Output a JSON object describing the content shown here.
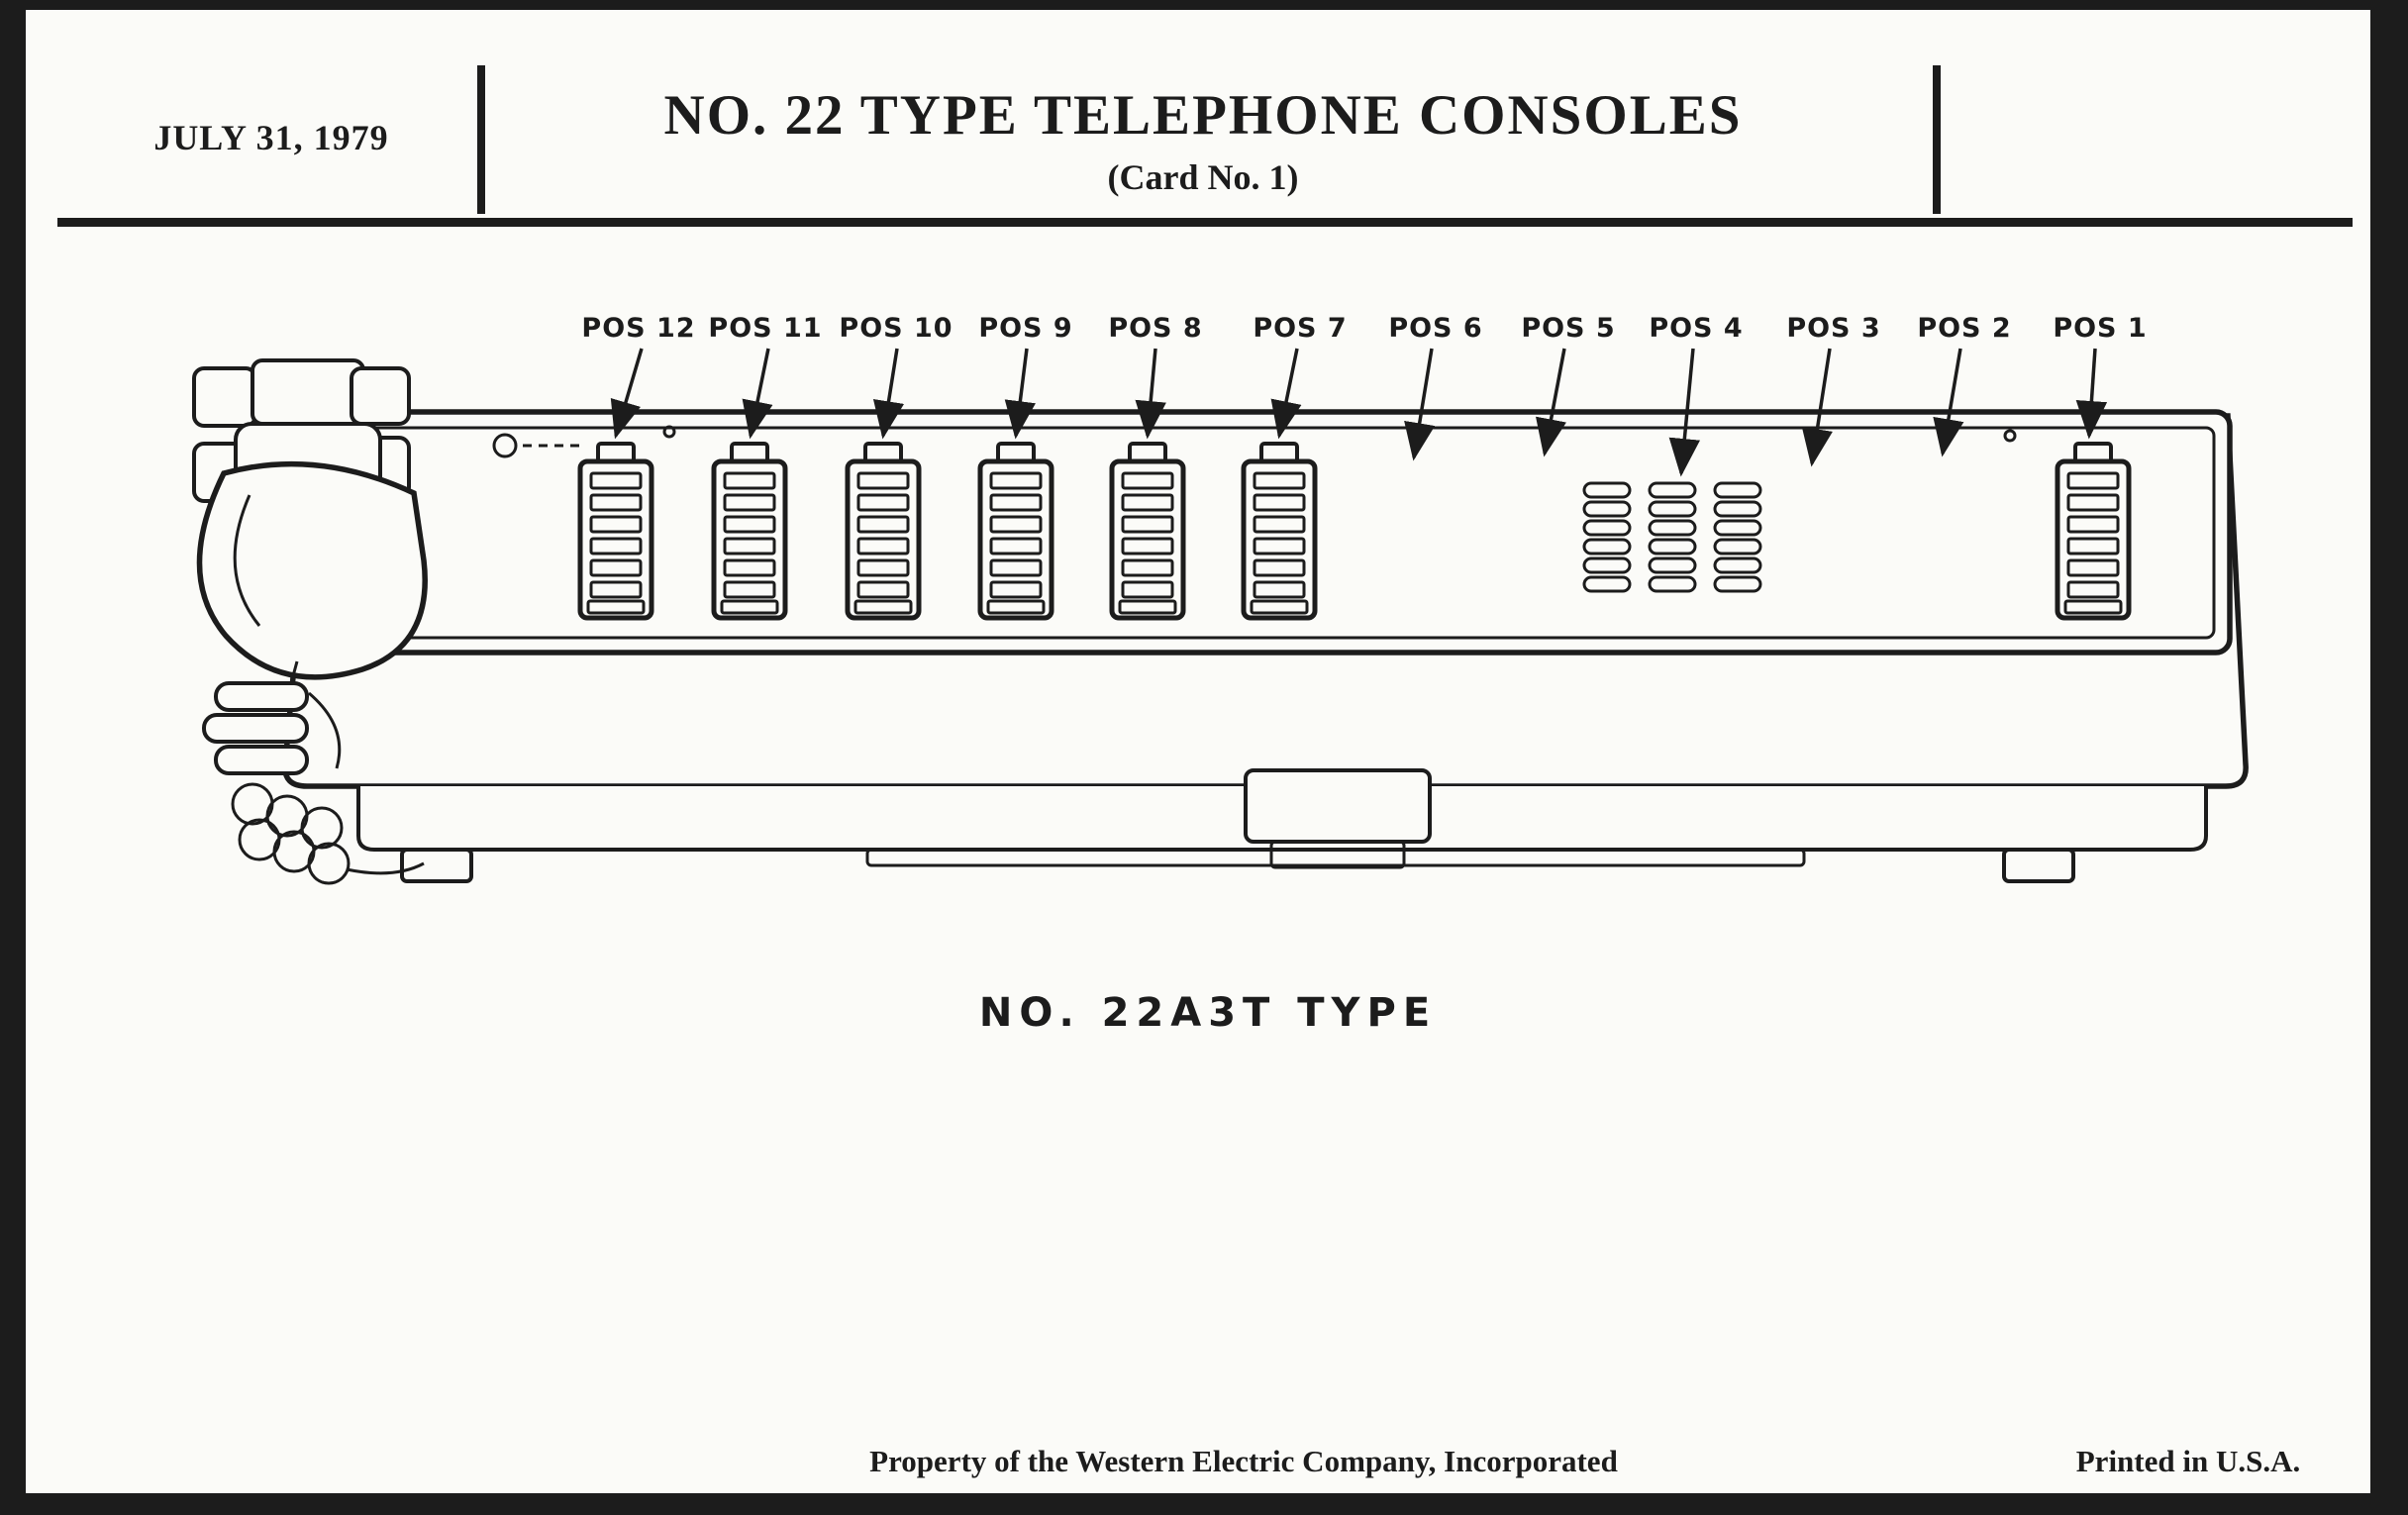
{
  "header": {
    "date": "JULY 31, 1979",
    "title": "NO. 22 TYPE TELEPHONE CONSOLES",
    "subtitle": "(Card No. 1)"
  },
  "diagram": {
    "caption": "NO. 22A3T TYPE",
    "pos_labels": [
      "POS 12",
      "POS 11",
      "POS 10",
      "POS 9",
      "POS 8",
      "POS 7",
      "POS 6",
      "POS 5",
      "POS 4",
      "POS 3",
      "POS 2",
      "POS 1"
    ]
  },
  "footer": {
    "property_notice": "Property of the Western Electric Company, Incorporated",
    "printed_note": "Printed in U.S.A."
  },
  "colors": {
    "ink": "#1c1c1c",
    "paper": "#fbfbf8"
  }
}
